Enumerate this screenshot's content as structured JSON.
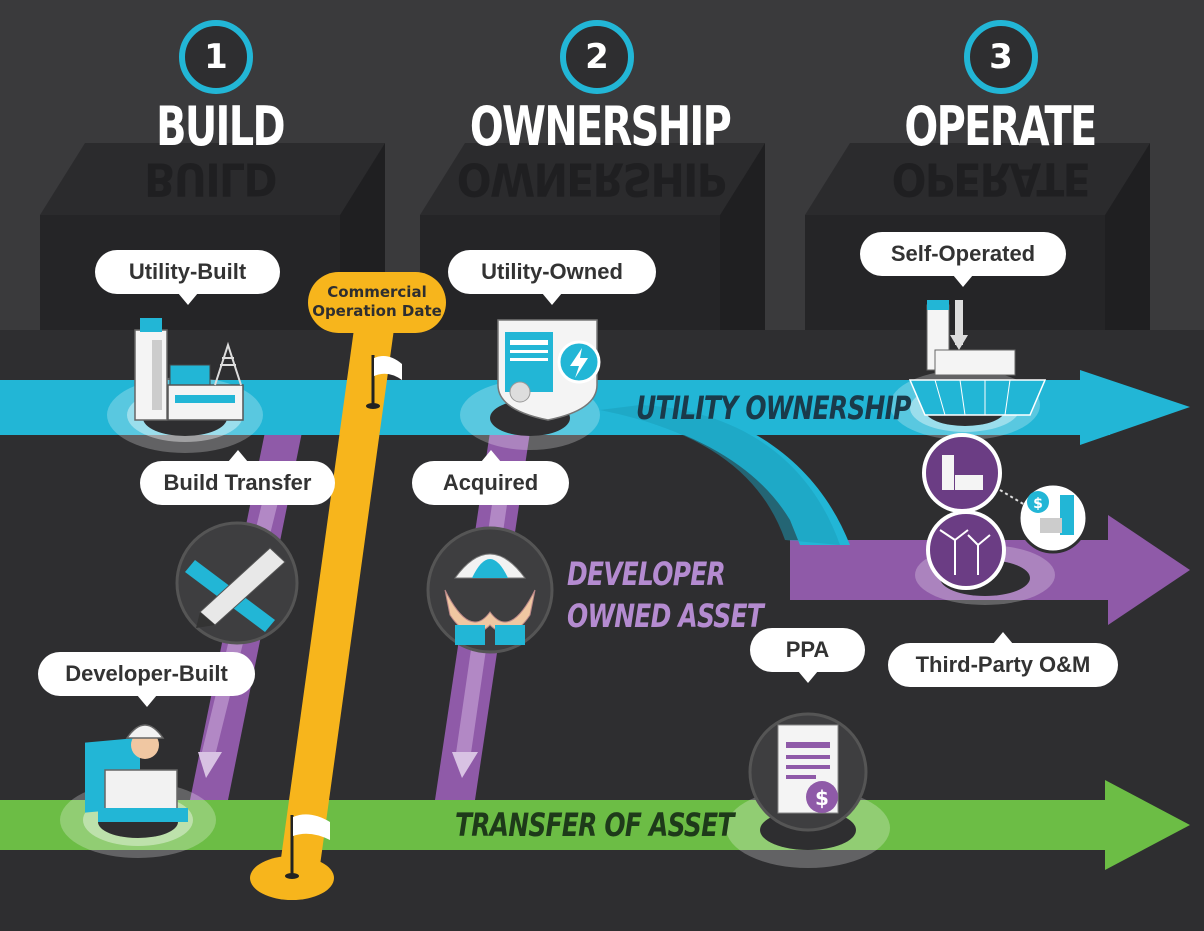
{
  "stages": [
    {
      "number": "1",
      "title": "BUILD"
    },
    {
      "number": "2",
      "title": "OWNERSHIP"
    },
    {
      "number": "3",
      "title": "OPERATE"
    }
  ],
  "labels": {
    "utility_built": "Utility-Built",
    "build_transfer": "Build Transfer",
    "developer_built": "Developer-Built",
    "commercial_operation_date": "Commercial Operation Date",
    "utility_owned": "Utility-Owned",
    "acquired": "Acquired",
    "self_operated": "Self-Operated",
    "ppa": "PPA",
    "third_party_om": "Third-Party O&M"
  },
  "flows": {
    "utility_ownership": "UTILITY OWNERSHIP",
    "developer_owned_asset_line1": "DEVELOPER",
    "developer_owned_asset_line2": "OWNED ASSET",
    "transfer_of_asset": "TRANSFER OF ASSET"
  },
  "colors": {
    "background": "#2e2e30",
    "utility_blue": "#22b6d6",
    "developer_purple": "#8f5aa8",
    "transfer_green": "#6cbd45",
    "cod_yellow": "#f7b51c"
  },
  "icons": [
    "power-plant-icon",
    "drafting-tools-icon",
    "engineer-icon",
    "certificate-shield-icon",
    "parachute-hands-icon",
    "solar-plant-icon",
    "wind-turbines-icon",
    "contract-dollar-icon",
    "flag-icon"
  ]
}
